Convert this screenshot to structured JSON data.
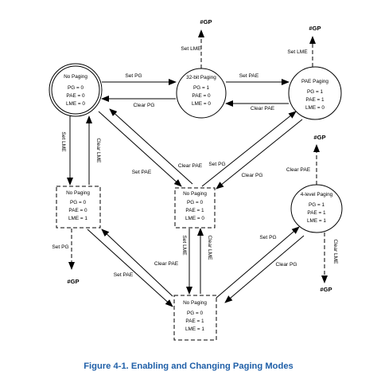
{
  "states": {
    "no_paging_initial": {
      "title": "No Paging",
      "lines": [
        "PG = 0",
        "PAE = 0",
        "LME = 0"
      ]
    },
    "paging_32bit": {
      "title": "32-bit Paging",
      "lines": [
        "PG = 1",
        "PAE = 0",
        "LME = 0"
      ]
    },
    "pae_paging": {
      "title": "PAE Paging",
      "lines": [
        "PG = 1",
        "PAE = 1",
        "LME = 0"
      ]
    },
    "no_paging_lme": {
      "title": "No Paging",
      "lines": [
        "PG = 0",
        "PAE = 0",
        "LME = 1"
      ]
    },
    "no_paging_pae": {
      "title": "No Paging",
      "lines": [
        "PG = 0",
        "PAE = 1",
        "LME = 0"
      ]
    },
    "paging_4level": {
      "title": "4-level Paging",
      "lines": [
        "PG = 1",
        "PAE = 1",
        "LME = 1"
      ]
    },
    "no_paging_pae_lme": {
      "title": "No Paging",
      "lines": [
        "PG = 0",
        "PAE = 1",
        "LME = 1"
      ]
    }
  },
  "transitions": {
    "set_pg_1": "Set PG",
    "clear_pg_1": "Clear PG",
    "set_pae_1": "Set PAE",
    "clear_pae_1": "Clear PAE",
    "set_lme_up_1": "Set LME",
    "set_lme_up_2": "Set LME",
    "set_lme_1": "Set LME",
    "clear_lme_1": "Clear LME",
    "set_pae_2": "Set PAE",
    "clear_pae_2": "Clear PAE",
    "set_pg_2": "Set PG",
    "clear_pg_2": "Clear PG",
    "set_pg_3": "Set PG",
    "set_lme_2": "Set LME",
    "clear_lme_2": "Clear LME",
    "set_pae_3": "Set PAE",
    "clear_pae_3": "Clear PAE",
    "set_pg_4": "Set PG",
    "clear_pg_3": "Clear PG",
    "clear_pae_4": "Clear PAE",
    "clear_lme_3": "Clear LME"
  },
  "gp_labels": {
    "gp_1": "#GP",
    "gp_2": "#GP",
    "gp_3": "#GP",
    "gp_4": "#GP",
    "gp_5": "#GP"
  },
  "caption": "Figure 4-1.  Enabling and Changing Paging Modes"
}
